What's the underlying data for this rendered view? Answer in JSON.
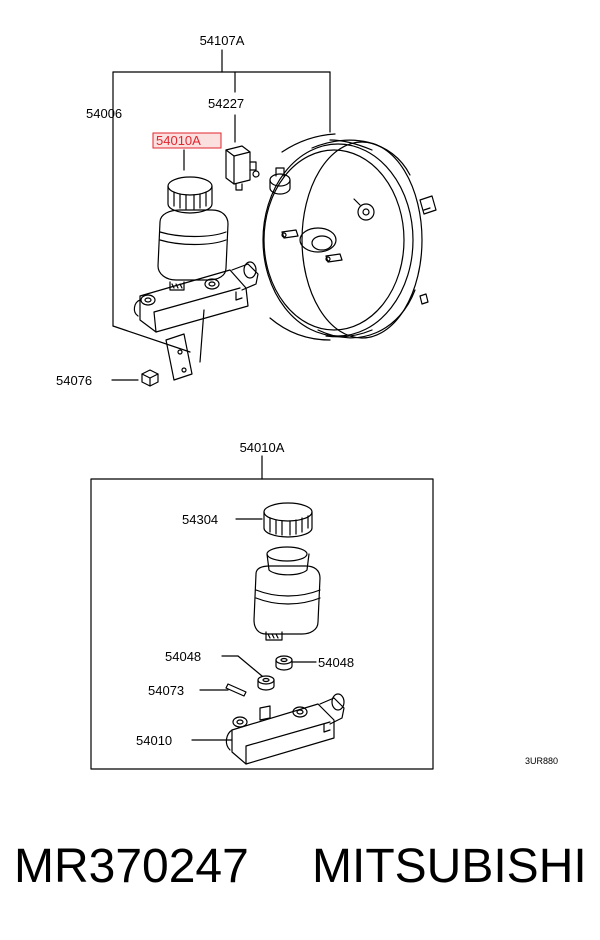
{
  "top_assembly": {
    "label_assembly": "54107A",
    "label_booster": "54006",
    "label_sensor": "54227",
    "label_master_cyl_assy": "54010A",
    "label_nut": "54076"
  },
  "detail_assembly": {
    "label_title": "54010A",
    "label_cap": "54304",
    "label_grommet_left": "54048",
    "label_grommet_right": "54048",
    "label_pin": "54073",
    "label_cylinder": "54010"
  },
  "diagram_code": "3UR880",
  "caption": {
    "part_number": "MR370247",
    "brand": "MITSUBISHI"
  },
  "colors": {
    "line": "#000000",
    "highlight": "#e0262e",
    "background": "#ffffff"
  }
}
